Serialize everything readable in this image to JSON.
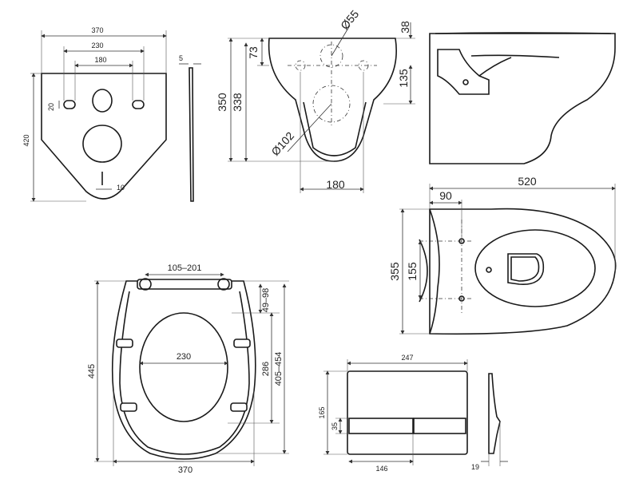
{
  "frame": {
    "width": "370",
    "h_spacing": "230",
    "inner_spacing": "180",
    "height": "420",
    "slot": "20",
    "slot_bottom": "10",
    "thickness": "5"
  },
  "side": {
    "d_small": "Ø55",
    "top": "38",
    "offset": "73",
    "mid": "135",
    "h_total": "350",
    "h_bowl": "338",
    "d_large": "Ø102",
    "width_bottom": "180"
  },
  "top_view": {
    "length": "520",
    "front": "90",
    "width": "355",
    "mount": "155"
  },
  "seat": {
    "hinge": "105–201",
    "offset_top": "49–98",
    "inner_w": "230",
    "inner_h": "286",
    "range": "405–454",
    "length": "445",
    "width": "370"
  },
  "plate": {
    "width": "247",
    "height": "165",
    "button_h": "35",
    "button_w": "146",
    "depth": "19"
  }
}
